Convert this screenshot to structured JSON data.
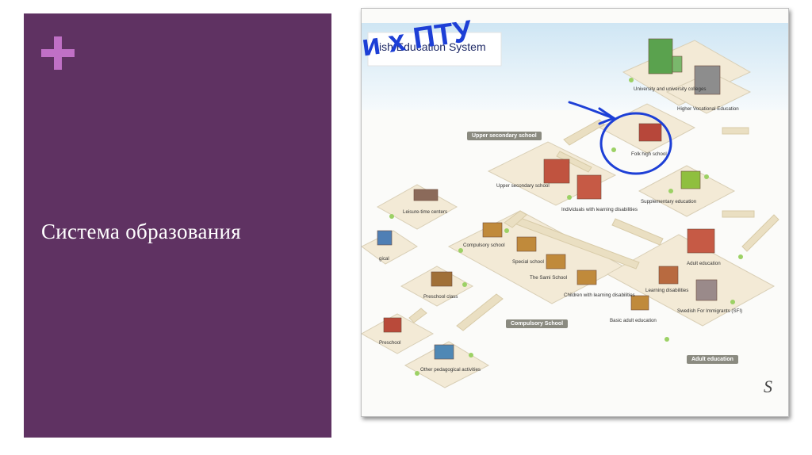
{
  "slide": {
    "title": "Система образования",
    "accent_color": "#5f3262",
    "plus_color": "#c070c6",
    "plus_icon": "plus-icon"
  },
  "figure": {
    "title": "ish Education System",
    "handwriting": "и х ПТУ",
    "logo_letter": "S",
    "tags": {
      "upper_secondary": "Upper secondary school",
      "compulsory": "Compulsory School",
      "adult": "Adult education"
    },
    "labels": {
      "university": "University and university colleges",
      "higher_vocational": "Higher Vocational Education",
      "folk_high": "Folk high school",
      "upper_secondary": "Upper secondary school",
      "individuals_ld": "Individuals with learning disabilities",
      "supplementary": "Supplementary education",
      "leisure": "Leisure-time centers",
      "compulsory_school": "Compulsory school",
      "special_school": "Special school",
      "sami_school": "The Sami School",
      "children_ld": "Children with learning disabilities",
      "adult_education": "Adult education",
      "learning_disabilities": "Learning disabilities",
      "basic_adult": "Basic adult education",
      "sfi": "Swedish For Immigrants (SFI)",
      "preschool_class": "Preschool class",
      "preschool": "Preschool",
      "other_pedagogical": "Other pedagogical activities",
      "gical": "gical"
    }
  }
}
